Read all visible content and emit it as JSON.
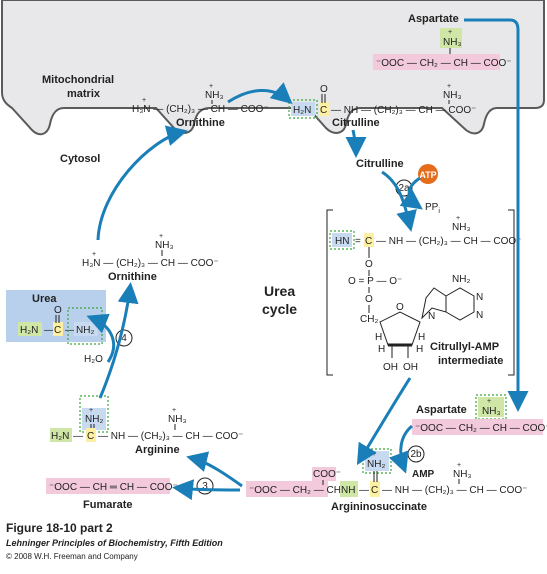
{
  "compartments": {
    "mito": "Mitochondrial matrix",
    "mito_line1": "Mitochondrial",
    "mito_line2": "matrix",
    "cytosol": "Cytosol"
  },
  "center": {
    "line1": "Urea",
    "line2": "cycle"
  },
  "steps": [
    "2a",
    "2b",
    "3",
    "4"
  ],
  "labels": {
    "ornithine": "Ornithine",
    "citrulline": "Citrulline",
    "aspartate": "Aspartate",
    "atp": "ATP",
    "ppi": "PP",
    "ppi_sub": "i",
    "amp": "AMP",
    "intermediate1": "Citrullyl-AMP",
    "intermediate2": "intermediate",
    "argininosuccinate": "Argininosuccinate",
    "arginine": "Arginine",
    "fumarate": "Fumarate",
    "urea": "Urea",
    "water": "H₂O"
  },
  "caption": {
    "title": "Figure 18-10 part 2",
    "book": "Lehninger Principles of Biochemistry, Fifth Edition",
    "copyright": "© 2008 W.H. Freeman and Company"
  },
  "colors": {
    "mito_bg": "#e8e8ea",
    "mito_border": "#5a5a5a",
    "arrow": "#1a7fb8",
    "pink": "#f3c9dc",
    "green": "#cfe6a6",
    "blue": "#c7daf0",
    "yellow": "#fdf0a2",
    "atp": "#e46c1b",
    "urea_box": "#b9d0ec"
  }
}
